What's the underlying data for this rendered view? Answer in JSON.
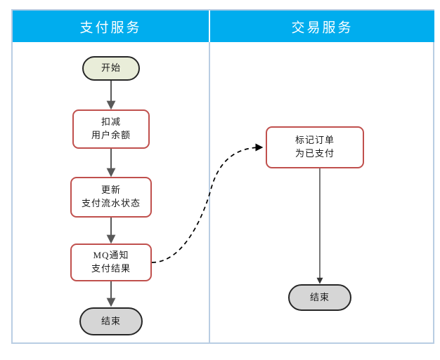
{
  "diagram": {
    "title_present": false,
    "colors": {
      "lane_header_bg": "#00adee",
      "lane_header_text": "#ffffff",
      "frame_border": "#b9cde3",
      "process_border": "#c0504d",
      "process_fill": "#ffffff",
      "start_fill": "#e9edd9",
      "end_fill": "#d6d6d6",
      "terminator_border": "#262626",
      "arrow_left": "#595959",
      "arrow_right": "#404040",
      "dashed_arrow": "#000000"
    },
    "lanes": [
      {
        "id": "payment-service",
        "label": "支付服务"
      },
      {
        "id": "transaction-service",
        "label": "交易服务"
      }
    ],
    "nodes": [
      {
        "id": "start",
        "lane": "payment-service",
        "shape": "terminator",
        "lines": [
          "开始"
        ]
      },
      {
        "id": "deduct-balance",
        "lane": "payment-service",
        "shape": "process",
        "lines": [
          "扣减",
          "用户余额"
        ]
      },
      {
        "id": "update-status",
        "lane": "payment-service",
        "shape": "process",
        "lines": [
          "更新",
          "支付流水状态"
        ]
      },
      {
        "id": "mq-notify",
        "lane": "payment-service",
        "shape": "process",
        "lines": [
          "MQ通知",
          "支付结果"
        ]
      },
      {
        "id": "end-left",
        "lane": "payment-service",
        "shape": "terminator",
        "lines": [
          "结束"
        ]
      },
      {
        "id": "mark-order",
        "lane": "transaction-service",
        "shape": "process",
        "lines": [
          "标记订单",
          "为已支付"
        ]
      },
      {
        "id": "end-right",
        "lane": "transaction-service",
        "shape": "terminator",
        "lines": [
          "结束"
        ]
      }
    ],
    "edges": [
      {
        "from": "start",
        "to": "deduct-balance",
        "style": "solid",
        "label": ""
      },
      {
        "from": "deduct-balance",
        "to": "update-status",
        "style": "solid",
        "label": ""
      },
      {
        "from": "update-status",
        "to": "mq-notify",
        "style": "solid",
        "label": ""
      },
      {
        "from": "mq-notify",
        "to": "end-left",
        "style": "solid",
        "label": ""
      },
      {
        "from": "mq-notify",
        "to": "mark-order",
        "style": "dashed",
        "label": ""
      },
      {
        "from": "mark-order",
        "to": "end-right",
        "style": "solid",
        "label": ""
      }
    ]
  }
}
